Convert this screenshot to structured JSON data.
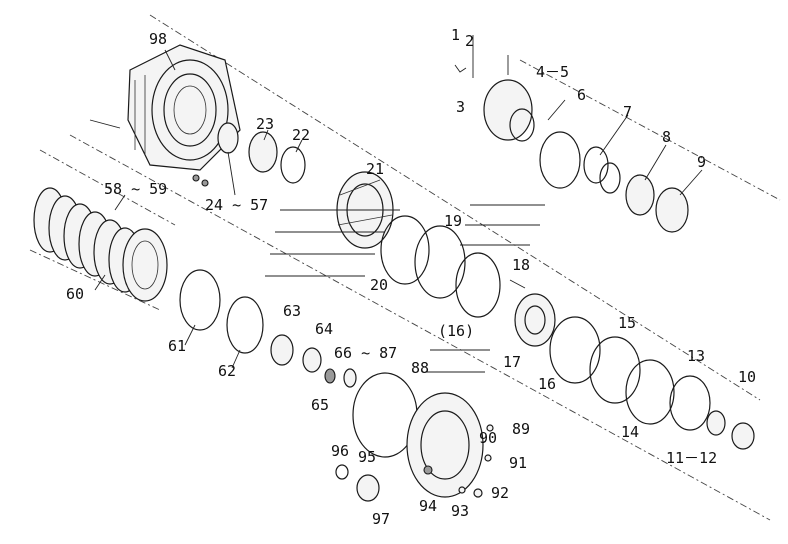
{
  "labels": {
    "l1": "1",
    "l2": "2",
    "l3": "3",
    "l4_5": "4－5",
    "l6": "6",
    "l7": "7",
    "l8": "8",
    "l9": "9",
    "l10": "10",
    "l11_12": "11－12",
    "l13": "13",
    "l14": "14",
    "l15": "15",
    "l16": "16",
    "l16p": "(16)",
    "l17": "17",
    "l18": "18",
    "l19": "19",
    "l20": "20",
    "l21": "21",
    "l22": "22",
    "l23": "23",
    "l24_57": "24 ~ 57",
    "l58_59": "58 ~ 59",
    "l60": "60",
    "l61": "61",
    "l62": "62",
    "l63": "63",
    "l64": "64",
    "l65": "65",
    "l66_87": "66 ~ 87",
    "l88": "88",
    "l89": "89",
    "l90": "90",
    "l91": "91",
    "l92": "92",
    "l93": "93",
    "l94": "94",
    "l95": "95",
    "l96": "96",
    "l97": "97",
    "l98": "98"
  },
  "colors": {
    "line": "#1a1a1a",
    "fill": "#f4f4f4",
    "shade": "#9a9a9a"
  }
}
